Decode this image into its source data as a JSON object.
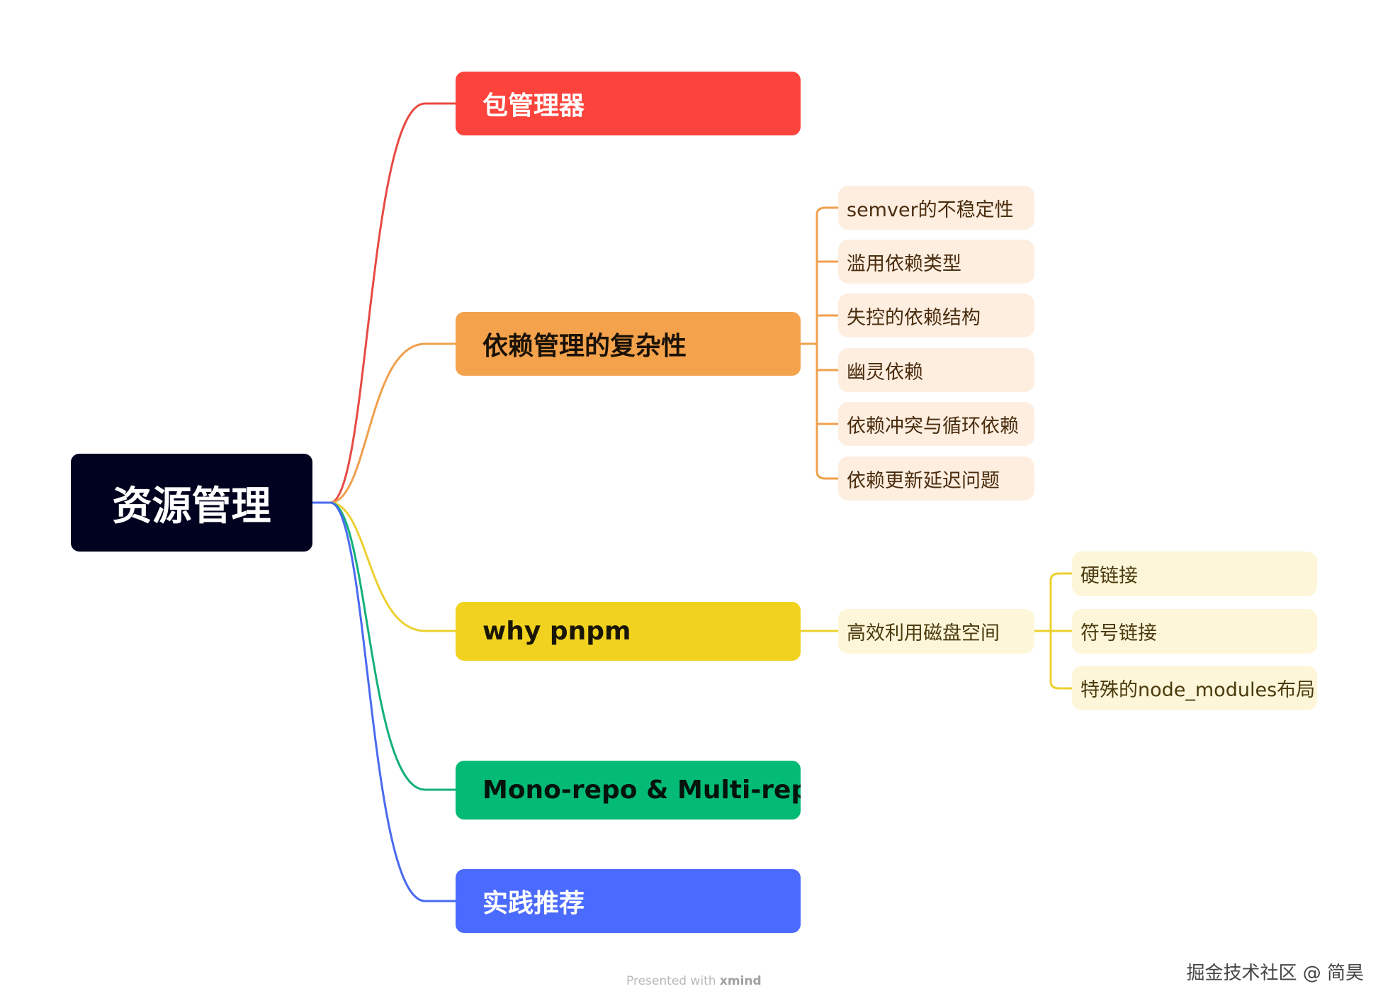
{
  "root": {
    "label": "资源管理",
    "color": "#00021f"
  },
  "branches": [
    {
      "id": "b1",
      "label": "包管理器",
      "color": "#fc443c",
      "line": "#e84a44",
      "text_color": "#ffffff",
      "children": []
    },
    {
      "id": "b2",
      "label": "依赖管理的复杂性",
      "color": "#f5a24c",
      "line": "#f0a04c",
      "text_color": "#1a1206",
      "children": [
        {
          "label": "semver的不稳定性"
        },
        {
          "label": "滥用依赖类型"
        },
        {
          "label": "失控的依赖结构"
        },
        {
          "label": "幽灵依赖"
        },
        {
          "label": "依赖冲突与循环依赖"
        },
        {
          "label": "依赖更新延迟问题"
        }
      ]
    },
    {
      "id": "b3",
      "label": "why pnpm",
      "color": "#f1d31f",
      "line": "#ecd030",
      "text_color": "#1a1606",
      "children": [
        {
          "label": "高效利用磁盘空间",
          "children": [
            {
              "label": "硬链接"
            },
            {
              "label": "符号链接"
            },
            {
              "label": "特殊的node_modules布局"
            }
          ]
        }
      ]
    },
    {
      "id": "b4",
      "label": "Mono-repo & Multi-repo",
      "color": "#04bb76",
      "line": "#14b07a",
      "text_color": "#04140d",
      "children": []
    },
    {
      "id": "b5",
      "label": "实践推荐",
      "color": "#4a6bfd",
      "line": "#4a6af0",
      "text_color": "#ffffff",
      "children": []
    }
  ],
  "footer": {
    "presented": "Presented with",
    "brand": "xmind"
  },
  "watermark": "掘金技术社区 @ 简昊"
}
